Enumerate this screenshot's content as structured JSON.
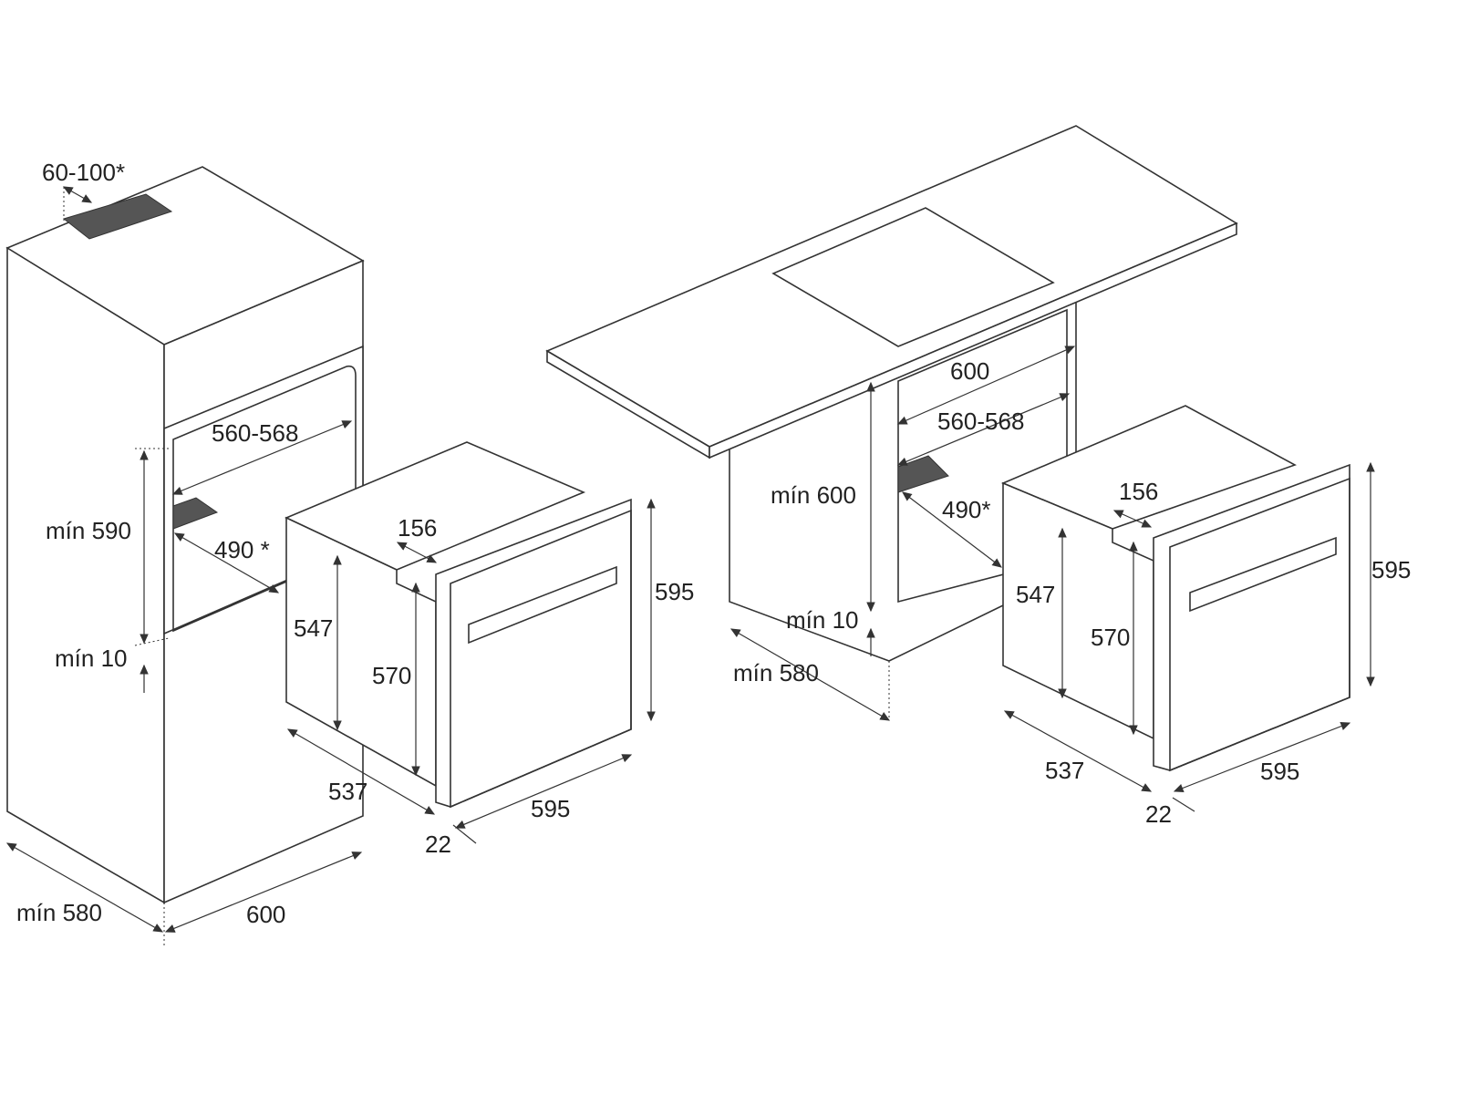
{
  "left_install": {
    "vent_gap": "60-100*",
    "niche_width": "560-568",
    "niche_height": "mín 590",
    "niche_depth": "490 *",
    "gap_bottom": "mín 10",
    "cabinet_depth": "mín 580",
    "cabinet_width": "600"
  },
  "left_oven": {
    "offset": "156",
    "body_height": "547",
    "front_inner_height": "570",
    "front_height": "595",
    "depth": "537",
    "width": "595",
    "door_thickness": "22"
  },
  "right_install": {
    "cabinet_width": "600",
    "niche_width": "560-568",
    "niche_height": "mín 600",
    "niche_depth": "490*",
    "gap_bottom": "mín 10",
    "cabinet_depth": "mín 580"
  },
  "right_oven": {
    "offset": "156",
    "body_height": "547",
    "front_inner_height": "570",
    "front_height": "595",
    "depth": "537",
    "width": "595",
    "door_thickness": "22"
  }
}
